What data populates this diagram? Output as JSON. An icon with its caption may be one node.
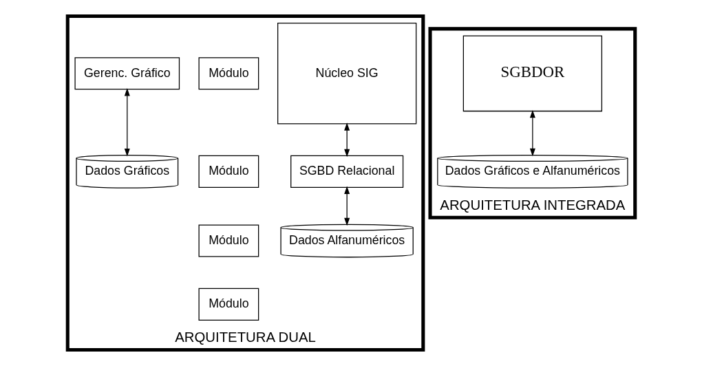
{
  "diagram": {
    "nodes": [
      {
        "text": [
          "ARQUITETURA DUAL"
        ]
      },
      {
        "text": [
          "Núcleo SIG"
        ],
        "in": 0
      },
      {
        "text": [
          "Módulo"
        ],
        "in": 0
      },
      {
        "text": [
          "Módulo"
        ],
        "in": 0
      },
      {
        "text": [
          "Módulo"
        ],
        "in": 0
      },
      {
        "text": [
          "Módulo"
        ],
        "in": 0
      },
      {
        "text": [
          "Gerenc. Gráfico"
        ],
        "in": 0
      },
      {
        "text": [
          "SGBD Relacional"
        ],
        "in": 0
      },
      {
        "text": [
          "Dados Gráficos"
        ],
        "in": 0
      },
      {
        "text": [
          "Dados Alfanuméricos"
        ],
        "in": 0
      },
      {
        "text": [
          "ARQUITETURA INTEGRADA"
        ]
      },
      {
        "text": [
          "SGBDOR"
        ],
        "in": 10
      },
      {
        "text": [
          "Dados Gráficos e Alfanuméricos"
        ],
        "in": 10
      }
    ],
    "edges": [
      {
        "from": 6,
        "to": 8,
        "arrow": "both"
      },
      {
        "from": 1,
        "to": 7,
        "arrow": "both"
      },
      {
        "from": 7,
        "to": 9,
        "arrow": "both"
      },
      {
        "from": 11,
        "to": 12,
        "arrow": "both"
      }
    ]
  }
}
